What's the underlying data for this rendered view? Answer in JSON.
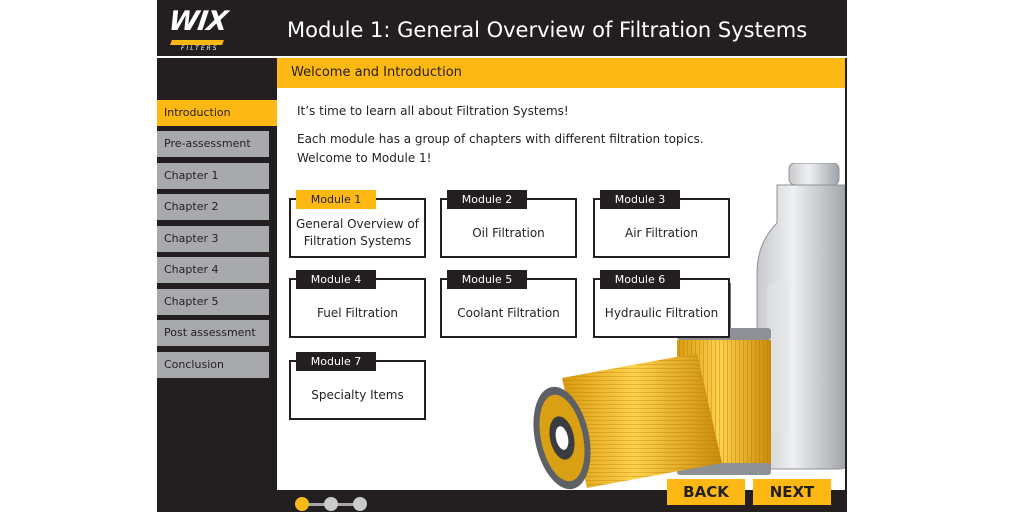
{
  "header": {
    "logo_text": "WIX",
    "logo_subtext": "FILTERS",
    "title": "Module 1: General Overview of Filtration Systems"
  },
  "sidebar": {
    "items": [
      {
        "label": "Introduction",
        "active": true
      },
      {
        "label": "Pre-assessment"
      },
      {
        "label": "Chapter 1"
      },
      {
        "label": "Chapter 2"
      },
      {
        "label": "Chapter 3"
      },
      {
        "label": "Chapter 4"
      },
      {
        "label": "Chapter 5"
      },
      {
        "label": "Post assessment"
      },
      {
        "label": "Conclusion"
      }
    ]
  },
  "content": {
    "section_title": "Welcome and Introduction",
    "intro_line1": "It’s time to learn all about Filtration Systems!",
    "intro_line2": "Each module has a group of chapters with different filtration topics.",
    "intro_line3": "Welcome to Module 1!",
    "modules": [
      {
        "tag": "Module 1",
        "name": "General Overview of Filtration Systems",
        "current": true
      },
      {
        "tag": "Module 2",
        "name": "Oil Filtration"
      },
      {
        "tag": "Module 3",
        "name": "Air Filtration"
      },
      {
        "tag": "Module 4",
        "name": "Fuel Filtration"
      },
      {
        "tag": "Module 5",
        "name": "Coolant Filtration"
      },
      {
        "tag": "Module 6",
        "name": "Hydraulic Filtration"
      },
      {
        "tag": "Module 7",
        "name": "Specialty Items"
      }
    ]
  },
  "footer": {
    "back_label": "BACK",
    "next_label": "NEXT",
    "progress_current": 1,
    "progress_total": 3
  },
  "colors": {
    "accent": "#fdb813",
    "dark": "#231f20",
    "nav_gray": "#a7a9ac"
  }
}
